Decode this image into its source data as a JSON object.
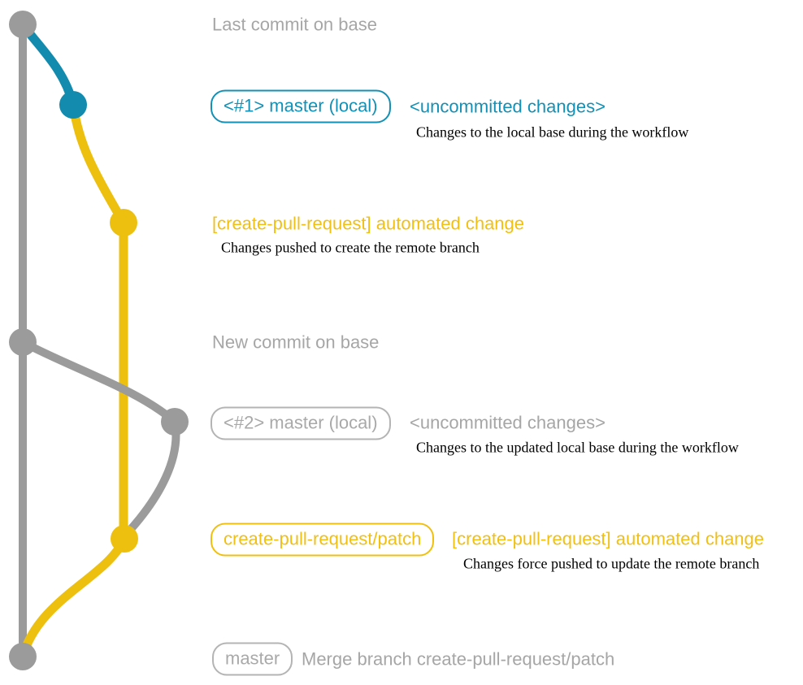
{
  "colors": {
    "background": "#ffffff",
    "gray_line": "#9b9b9b",
    "gray_text": "#a6a6a6",
    "gray_border": "#b4b4b4",
    "teal": "#128bae",
    "teal_text": "#1390b5",
    "yellow_line": "#edc00f",
    "yellow_text": "#f2c011",
    "description_text": "#000000"
  },
  "graph": {
    "branches": [
      {
        "name": "base",
        "color_key": "gray_line"
      },
      {
        "name": "master (local)",
        "color_key": "teal"
      },
      {
        "name": "create-pull-request/patch",
        "color_key": "yellow_line"
      }
    ],
    "commits": [
      {
        "name": "last-commit-on-base",
        "color_key": "gray_line"
      },
      {
        "name": "uncommitted-changes-1",
        "color_key": "teal"
      },
      {
        "name": "automated-change-1",
        "color_key": "yellow_line"
      },
      {
        "name": "new-commit-on-base",
        "color_key": "gray_line"
      },
      {
        "name": "uncommitted-changes-2",
        "color_key": "gray_line"
      },
      {
        "name": "automated-change-2-force-push",
        "color_key": "yellow_line"
      },
      {
        "name": "merge-commit",
        "color_key": "gray_line"
      }
    ]
  },
  "annotations": {
    "row1": {
      "title": "Last commit on base"
    },
    "row2": {
      "branch_label": "<#1> master (local)",
      "status": "<uncommitted changes>",
      "description": "Changes to the local base during the workflow"
    },
    "row3": {
      "message": "[create-pull-request] automated change",
      "description": "Changes pushed to create the remote branch"
    },
    "row4": {
      "title": "New commit on base"
    },
    "row5": {
      "branch_label": "<#2> master (local)",
      "status": "<uncommitted changes>",
      "description": "Changes to the updated local base during the workflow"
    },
    "row6": {
      "branch_label": "create-pull-request/patch",
      "message": "[create-pull-request] automated change",
      "description": "Changes force pushed to update the remote branch"
    },
    "row7": {
      "branch_label": "master",
      "message": "Merge branch create-pull-request/patch"
    }
  }
}
